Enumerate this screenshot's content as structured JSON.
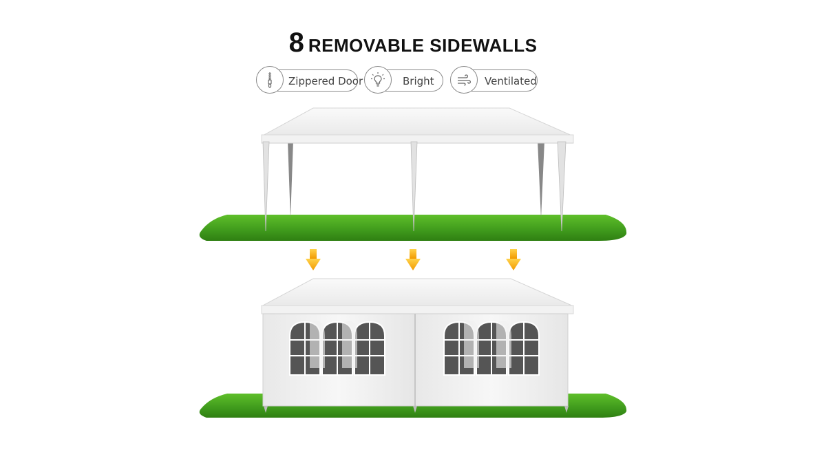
{
  "headline": {
    "number": "8",
    "text": "REMOVABLE SIDEWALLS"
  },
  "features": [
    {
      "label": "Zippered Door",
      "icon": "zipper-icon"
    },
    {
      "label": "Bright",
      "icon": "lightbulb-icon"
    },
    {
      "label": "Ventilated",
      "icon": "wind-icon"
    }
  ],
  "colors": {
    "grass": "#3f9a1c",
    "arrow": "#f6a800",
    "tent": "#f3f3f3",
    "outline": "#8a8a8a"
  },
  "illustrations": {
    "top": "open-canopy-tent-on-grass",
    "bottom": "tent-with-sidewalls-on-grass",
    "arrows": [
      "down-arrow",
      "down-arrow",
      "down-arrow"
    ]
  }
}
